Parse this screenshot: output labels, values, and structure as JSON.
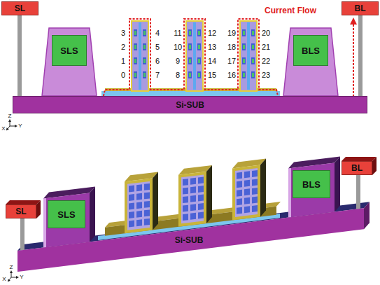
{
  "diagram": {
    "nodes": [
      {
        "text": [
          "SL"
        ]
      },
      {
        "text": [
          "BL"
        ]
      },
      {
        "text": [
          "SLS"
        ]
      },
      {
        "text": [
          "BLS"
        ]
      },
      {
        "text": [
          "Si-SUB"
        ]
      },
      {
        "text": [
          "SL"
        ]
      },
      {
        "text": [
          "BL"
        ]
      },
      {
        "text": [
          "SLS"
        ]
      },
      {
        "text": [
          "BLS"
        ]
      },
      {
        "text": [
          "Si-SUB"
        ]
      }
    ],
    "edges": [
      {
        "from": 0,
        "to": 4,
        "arrow": "none"
      },
      {
        "from": 1,
        "to": 4,
        "arrow": "none"
      },
      {
        "from": 5,
        "to": 9,
        "arrow": "none"
      },
      {
        "from": 6,
        "to": 9,
        "arrow": "none"
      }
    ],
    "labels": [
      "Current Flow",
      "0",
      "1",
      "2",
      "3",
      "4",
      "5",
      "6",
      "7",
      "8",
      "9",
      "10",
      "11",
      "12",
      "13",
      "14",
      "15",
      "16",
      "17",
      "18",
      "19",
      "20",
      "21",
      "22",
      "23",
      "Z",
      "Y",
      "X",
      "Z",
      "Y",
      "X"
    ]
  }
}
